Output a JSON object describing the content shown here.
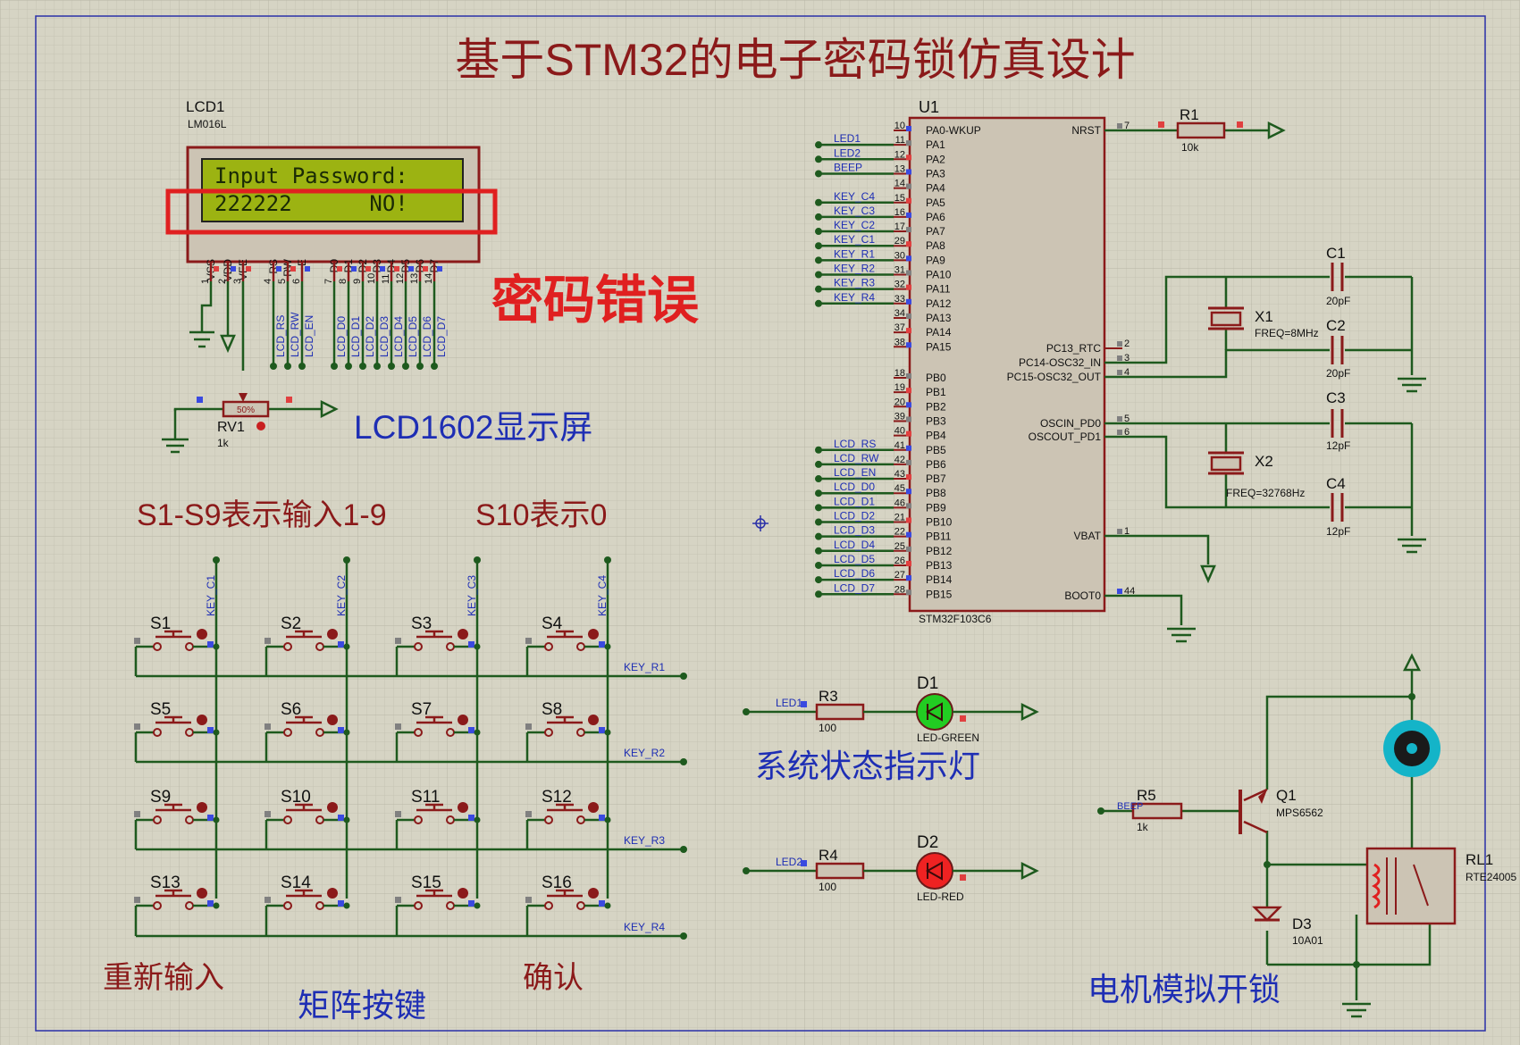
{
  "title": "基于STM32的电子密码锁仿真设计",
  "lcd": {
    "ref": "LCD1",
    "model": "LM016L",
    "line1": "Input Password:",
    "line2": "222222      NO!",
    "pins": [
      "VSS",
      "VDD",
      "VEE",
      "RS",
      "RW",
      "E",
      "D0",
      "D1",
      "D2",
      "D3",
      "D4",
      "D5",
      "D6",
      "D7"
    ],
    "pin_numbers": [
      "1",
      "2",
      "3",
      "4",
      "5",
      "6",
      "7",
      "8",
      "9",
      "10",
      "11",
      "12",
      "13",
      "14"
    ],
    "nets": [
      "LCD_RS",
      "LCD_RW",
      "LCD_EN",
      "LCD_D0",
      "LCD_D1",
      "LCD_D2",
      "LCD_D3",
      "LCD_D4",
      "LCD_D5",
      "LCD_D6",
      "LCD_D7"
    ]
  },
  "pot": {
    "ref": "RV1",
    "value": "1k",
    "percent": "50%"
  },
  "annotations": {
    "password_error": "密码错误",
    "lcd_label": "LCD1602显示屏",
    "keys_note1": "S1-S9表示输入1-9",
    "keys_note2": "S10表示0",
    "reinput": "重新输入",
    "matrix": "矩阵按键",
    "confirm": "确认",
    "status_led": "系统状态指示灯",
    "motor": "电机模拟开锁"
  },
  "keypad": {
    "switches": [
      "S1",
      "S2",
      "S3",
      "S4",
      "S5",
      "S6",
      "S7",
      "S8",
      "S9",
      "S10",
      "S11",
      "S12",
      "S13",
      "S14",
      "S15",
      "S16"
    ],
    "columns": [
      "KEY_C1",
      "KEY_C2",
      "KEY_C3",
      "KEY_C4"
    ],
    "rows": [
      "KEY_R1",
      "KEY_R2",
      "KEY_R3",
      "KEY_R4"
    ]
  },
  "mcu": {
    "ref": "U1",
    "model": "STM32F103C6",
    "left_pins": [
      {
        "num": "10",
        "name": "PA0-WKUP",
        "net": ""
      },
      {
        "num": "11",
        "name": "PA1",
        "net": "LED1"
      },
      {
        "num": "12",
        "name": "PA2",
        "net": "LED2"
      },
      {
        "num": "13",
        "name": "PA3",
        "net": "BEEP"
      },
      {
        "num": "14",
        "name": "PA4",
        "net": ""
      },
      {
        "num": "15",
        "name": "PA5",
        "net": "KEY_C4"
      },
      {
        "num": "16",
        "name": "PA6",
        "net": "KEY_C3"
      },
      {
        "num": "17",
        "name": "PA7",
        "net": "KEY_C2"
      },
      {
        "num": "29",
        "name": "PA8",
        "net": "KEY_C1"
      },
      {
        "num": "30",
        "name": "PA9",
        "net": "KEY_R1"
      },
      {
        "num": "31",
        "name": "PA10",
        "net": "KEY_R2"
      },
      {
        "num": "32",
        "name": "PA11",
        "net": "KEY_R3"
      },
      {
        "num": "33",
        "name": "PA12",
        "net": "KEY_R4"
      },
      {
        "num": "34",
        "name": "PA13",
        "net": ""
      },
      {
        "num": "37",
        "name": "PA14",
        "net": ""
      },
      {
        "num": "38",
        "name": "PA15",
        "net": ""
      },
      {
        "num": "18",
        "name": "PB0",
        "net": ""
      },
      {
        "num": "19",
        "name": "PB1",
        "net": ""
      },
      {
        "num": "20",
        "name": "PB2",
        "net": ""
      },
      {
        "num": "39",
        "name": "PB3",
        "net": ""
      },
      {
        "num": "40",
        "name": "PB4",
        "net": ""
      },
      {
        "num": "41",
        "name": "PB5",
        "net": "LCD_RS"
      },
      {
        "num": "42",
        "name": "PB6",
        "net": "LCD_RW"
      },
      {
        "num": "43",
        "name": "PB7",
        "net": "LCD_EN"
      },
      {
        "num": "45",
        "name": "PB8",
        "net": "LCD_D0"
      },
      {
        "num": "46",
        "name": "PB9",
        "net": "LCD_D1"
      },
      {
        "num": "21",
        "name": "PB10",
        "net": "LCD_D2"
      },
      {
        "num": "22",
        "name": "PB11",
        "net": "LCD_D3"
      },
      {
        "num": "25",
        "name": "PB12",
        "net": "LCD_D4"
      },
      {
        "num": "26",
        "name": "PB13",
        "net": "LCD_D5"
      },
      {
        "num": "27",
        "name": "PB14",
        "net": "LCD_D6"
      },
      {
        "num": "28",
        "name": "PB15",
        "net": "LCD_D7"
      }
    ],
    "right_pins": [
      {
        "num": "7",
        "name": "NRST"
      },
      {
        "num": "2",
        "name": "PC13_RTC"
      },
      {
        "num": "3",
        "name": "PC14-OSC32_IN"
      },
      {
        "num": "4",
        "name": "PC15-OSC32_OUT"
      },
      {
        "num": "5",
        "name": "OSCIN_PD0"
      },
      {
        "num": "6",
        "name": "OSCOUT_PD1"
      },
      {
        "num": "1",
        "name": "VBAT"
      },
      {
        "num": "44",
        "name": "BOOT0"
      }
    ]
  },
  "r1": {
    "ref": "R1",
    "value": "10k"
  },
  "c1": {
    "ref": "C1",
    "value": "20pF"
  },
  "c2": {
    "ref": "C2",
    "value": "20pF"
  },
  "c3": {
    "ref": "C3",
    "value": "12pF"
  },
  "c4": {
    "ref": "C4",
    "value": "12pF"
  },
  "x1": {
    "ref": "X1",
    "freq": "FREQ=8MHz"
  },
  "x2": {
    "ref": "X2",
    "freq": "FREQ=32768Hz"
  },
  "leds": [
    {
      "net": "LED1",
      "r_ref": "R3",
      "r_val": "100",
      "d_ref": "D1",
      "d_type": "LED-GREEN",
      "color": "#22cc22"
    },
    {
      "net": "LED2",
      "r_ref": "R4",
      "r_val": "100",
      "d_ref": "D2",
      "d_type": "LED-RED",
      "color": "#ee2222"
    }
  ],
  "driver": {
    "r_ref": "R5",
    "r_val": "1k",
    "net": "BEEP",
    "q_ref": "Q1",
    "q_type": "MPS6562",
    "d_ref": "D3",
    "d_type": "10A01",
    "rl_ref": "RL1",
    "rl_type": "RTE24005"
  },
  "colors": {
    "wire": "#1e5a1e",
    "body": "#8b1a1a",
    "fill": "#ccc4b4",
    "title": "#8b1a1a",
    "blue": "#1e2eb4",
    "red": "#e02020",
    "lcd_green": "#9cb312",
    "motor": "#14b4c8"
  }
}
